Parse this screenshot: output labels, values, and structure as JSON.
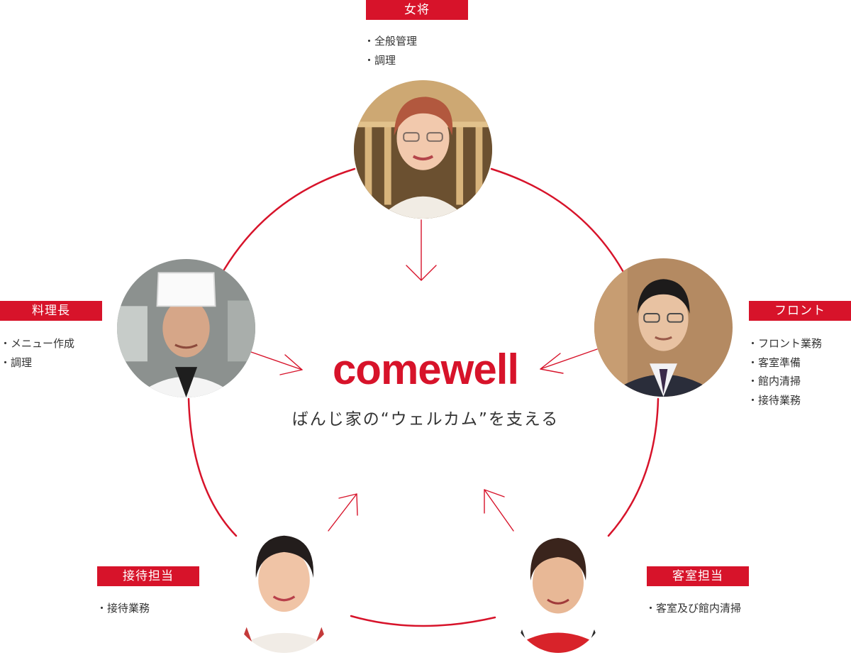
{
  "brand": {
    "logo": "comewell",
    "tagline": "ばんじ家の“ウェルカム”を支える",
    "accent_color": "#d7132a"
  },
  "roles": {
    "okami": {
      "title": "女将",
      "duties": [
        "全般管理",
        "調理"
      ],
      "portrait": "okami-portrait"
    },
    "chef": {
      "title": "料理長",
      "duties": [
        "メニュー作成",
        "調理"
      ],
      "portrait": "chef-portrait"
    },
    "front": {
      "title": "フロント",
      "duties": [
        "フロント業務",
        "客室準備",
        "館内清掃",
        "接待業務"
      ],
      "portrait": "front-portrait"
    },
    "reception": {
      "title": "接待担当",
      "duties": [
        "接待業務"
      ],
      "portrait": "reception-portrait"
    },
    "room": {
      "title": "客室担当",
      "duties": [
        "客室及び館内清掃"
      ],
      "portrait": "room-portrait"
    }
  }
}
